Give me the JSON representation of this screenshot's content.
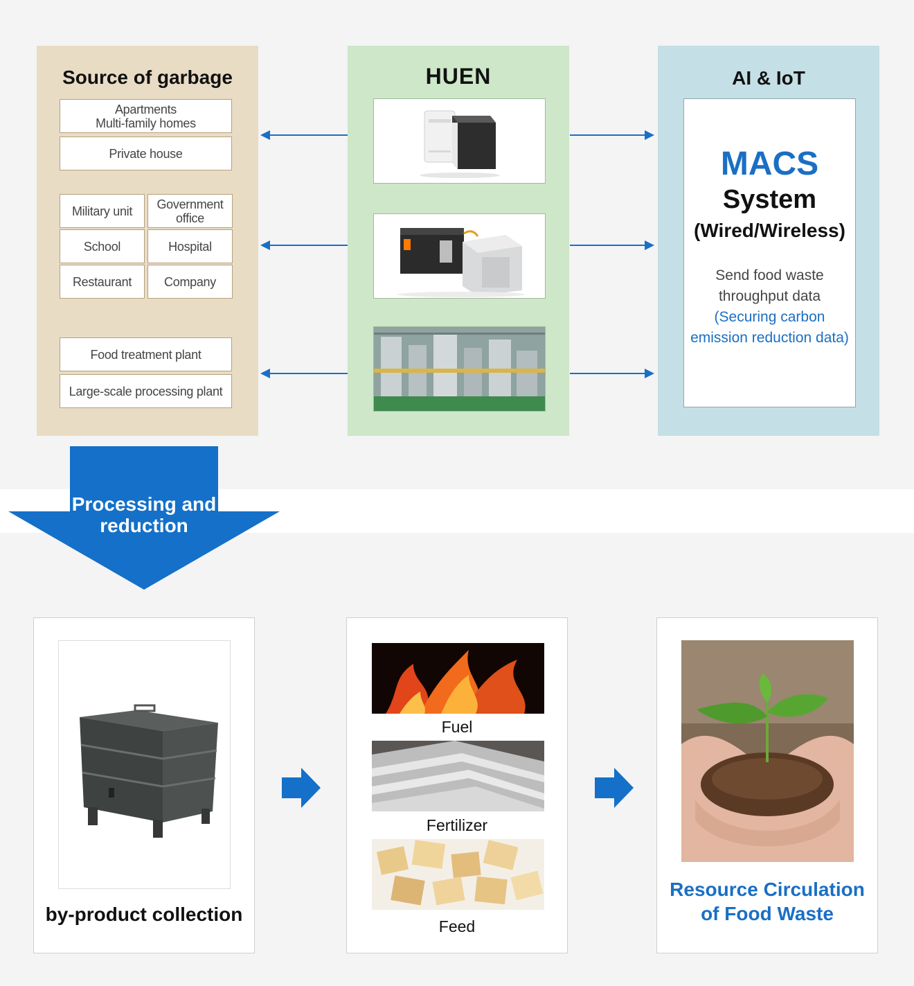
{
  "source": {
    "title": "Source of garbage",
    "boxes": {
      "apartments_line1": "Apartments",
      "apartments_line2": "Multi-family homes",
      "private_house": "Private house",
      "military": "Military unit",
      "government_line1": "Government",
      "government_line2": "office",
      "school": "School",
      "hospital": "Hospital",
      "restaurant": "Restaurant",
      "company": "Company",
      "food_plant": "Food treatment plant",
      "large_plant": "Large-scale processing plant"
    }
  },
  "huen": {
    "logo": "HUEN"
  },
  "ai": {
    "title": "AI & IoT",
    "macs": "MACS",
    "system": "System",
    "mode": "(Wired/Wireless)",
    "desc_line1": "Send food waste",
    "desc_line2": "throughput data",
    "highlight_line1": "(Securing carbon",
    "highlight_line2": "emission reduction data)"
  },
  "processing": {
    "line1": "Processing and",
    "line2": "reduction"
  },
  "bottom": {
    "collection": "by-product collection",
    "fuel": "Fuel",
    "fertilizer": "Fertilizer",
    "feed": "Feed",
    "result_line1": "Resource Circulation",
    "result_line2": "of Food Waste"
  },
  "colors": {
    "accent_blue": "#1a6fc4",
    "source_bg": "#e9dcc5",
    "huen_bg": "#cde7c8",
    "ai_bg": "#c4dfe5"
  }
}
